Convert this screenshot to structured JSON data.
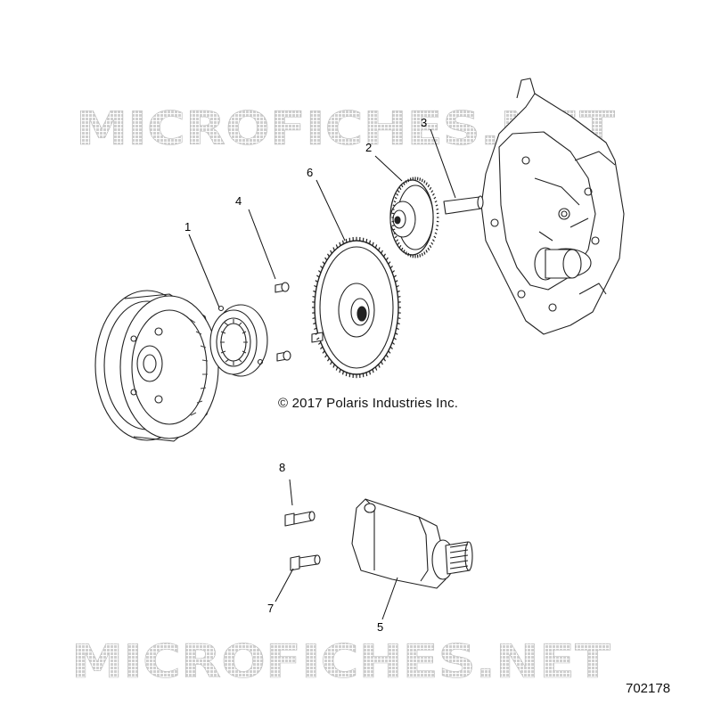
{
  "watermark": {
    "text": "MICROFICHES.NET"
  },
  "copyright": "© 2017 Polaris Industries Inc.",
  "document_number": "702178",
  "callouts": [
    "1",
    "2",
    "3",
    "4",
    "5",
    "6",
    "7",
    "8"
  ],
  "parts": [
    {
      "callout": "1",
      "name": "one-way-clutch-bearing"
    },
    {
      "callout": "2",
      "name": "idler-gear"
    },
    {
      "callout": "3",
      "name": "shaft"
    },
    {
      "callout": "4",
      "name": "screw"
    },
    {
      "callout": "5",
      "name": "starter-motor"
    },
    {
      "callout": "6",
      "name": "starter-driven-gear"
    },
    {
      "callout": "7",
      "name": "bolt"
    },
    {
      "callout": "8",
      "name": "bolt"
    }
  ],
  "colors": {
    "line": "#222222",
    "watermark": "#d0d0d0",
    "background": "#ffffff"
  }
}
